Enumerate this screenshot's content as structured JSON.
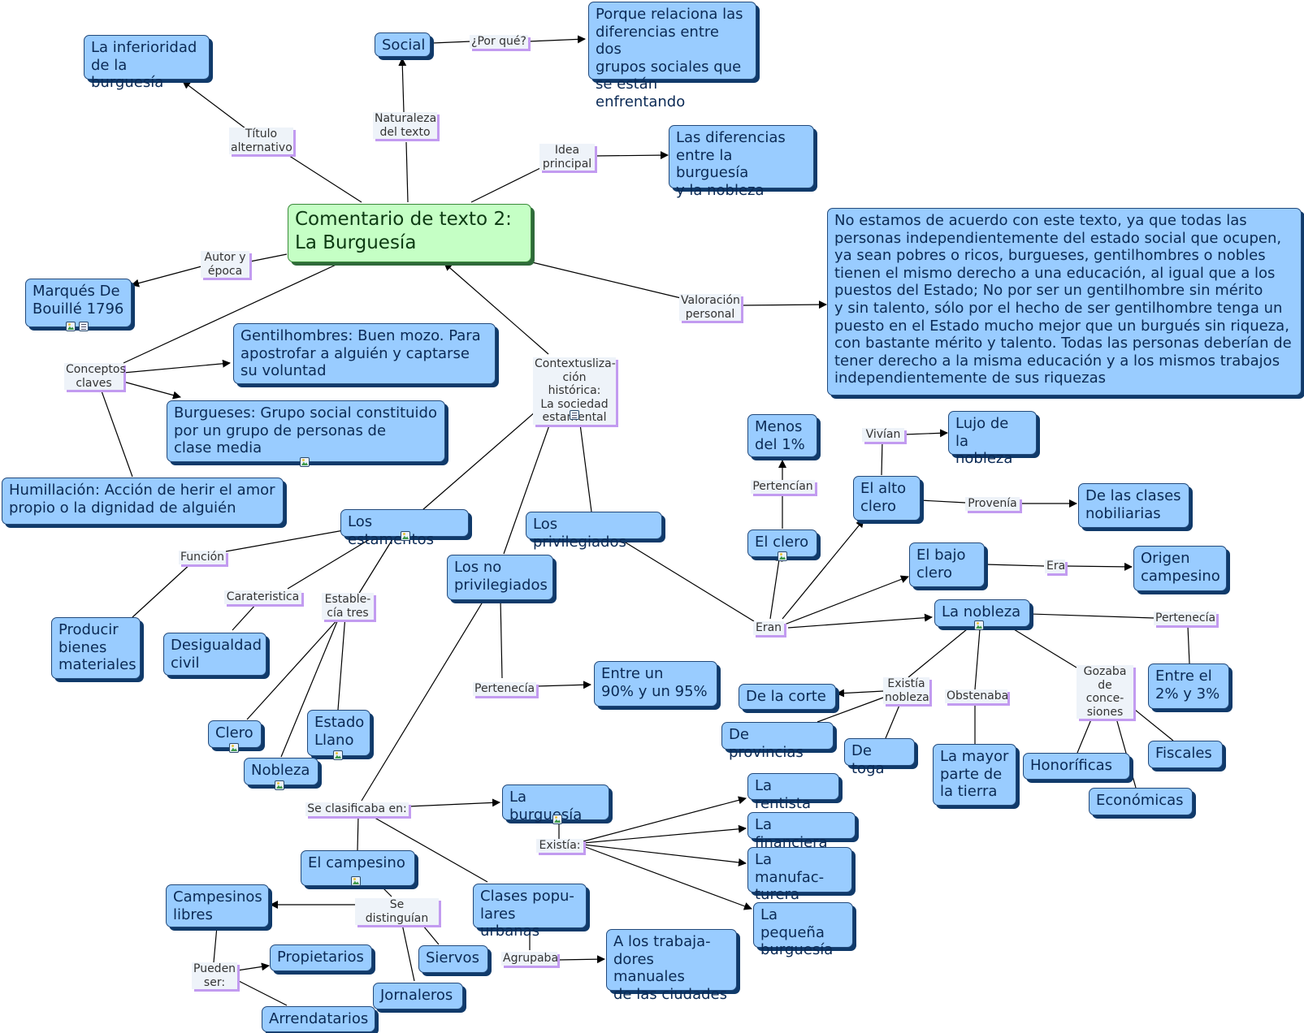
{
  "map": {
    "title": "Comentario de texto 2:\nLa Burguesía",
    "concepts": {
      "inferioridad": "La inferioridad\nde la burguesía",
      "social": "Social",
      "porque": "Porque relaciona las\ndiferencias entre dos\ngrupos sociales que\nse están enfrentando",
      "diferencias": "Las diferencias\nentre la burguesía\ny la nobleza",
      "valoracion_texto": "No estamos de acuerdo con este texto, ya que todas las\npersonas independientemente del estado social que ocupen,\nya sean pobres o ricos, burgueses, gentilhombres o nobles\ntienen el mismo derecho a una educación, al igual que a los\npuestos del Estado; No por ser un gentilhombre sin mérito\ny sin talento, sólo por el hecho de ser gentilhombre tenga un\npuesto en el Estado mucho mejor que un burgués sin riqueza,\ncon bastante mérito y talento. Todas las personas deberían de\ntener derecho a la misma educación y a los mismos trabajos\nindependientemente de sus riquezas",
      "marques": "Marqués De\nBouillé 1796",
      "gentilhombres": "Gentilhombres: Buen mozo. Para\napostrofar a alguién y captarse\nsu voluntad",
      "burgueses": "Burgueses: Grupo social constituido\npor un grupo de personas de\nclase media",
      "humillacion": "Humillación: Acción de herir el amor\npropio o la dignidad de alguién",
      "estamentos": "Los estamentos",
      "privilegiados": "Los privilegiados",
      "no_privilegiados": "Los no\nprivilegiados",
      "producir": "Producir\nbienes\nmateriales",
      "desigualdad": "Desigualdad\ncivil",
      "clero_e": "Clero",
      "estado_llano": "Estado\nLlano",
      "nobleza_e": "Nobleza",
      "entre_90": "Entre un\n90% y un 95%",
      "menos_1": "Menos\ndel 1%",
      "el_clero": "El clero",
      "alto_clero": "El alto\nclero",
      "lujo": "Lujo de\nla nobleza",
      "clases_nobiliarias": "De las clases\nnobiliarias",
      "bajo_clero": "El bajo\nclero",
      "origen": "Origen\ncampesino",
      "la_nobleza": "La nobleza",
      "entre_2": "Entre el\n2% y 3%",
      "corte": "De la corte",
      "provincias": "De provincias",
      "toga": "De toga",
      "mayor_parte": "La mayor\nparte de\nla tierra",
      "honorificas": "Honoríficas",
      "economicas": "Económicas",
      "fiscales": "Fiscales",
      "la_burguesia": "La burguesía",
      "rentista": "La rentista",
      "financiera": "La financiera",
      "manufacturera": "La manufac-\nturera",
      "pequena": "La pequeña\nburguesía",
      "campesino": "El campesino",
      "clases_populares": "Clases popu-\nlares urbanas",
      "trabajadores": "A los trabaja-\ndores manuales\nde las ciudades",
      "libres": "Campesinos\nlibres",
      "propietarios": "Propietarios",
      "arrendatarios": "Arrendatarios",
      "siervos": "Siervos",
      "jornaleros": "Jornaleros"
    },
    "linking_phrases": {
      "titulo_alt": "Título\nalternativo",
      "naturaleza": "Naturaleza\ndel texto",
      "por_que": "¿Por qué?",
      "idea": "Idea\nprincipal",
      "autor": "Autor y\népoca",
      "valoracion": "Valoración\npersonal",
      "conceptos": "Conceptos\nclaves",
      "contexto": "Contextusliza-\nción histórica:\nLa sociedad\nestamental",
      "funcion": "Función",
      "carateristica": "Carateristica",
      "establecia": "Estable-\ncía tres",
      "pertenecia_np": "Pertenecía",
      "se_clasificaba": "Se clasificaba en:",
      "eran": "Eran",
      "pertencian": "Pertencían",
      "vivian": "Vivían",
      "provenia": "Provenía",
      "era": "Era",
      "pertenecia_n": "Pertenecía",
      "existia_nobleza": "Existía\nnobleza",
      "obstenaba": "Obstenaba",
      "gozaba": "Gozaba\nde conce-\nsiones",
      "existia": "Existía:",
      "se_distinguian": "Se distinguían",
      "agrupaba": "Agrupaba",
      "pueden_ser": "Pueden\nser:"
    },
    "resource_icons": [
      "image-resource-icon",
      "document-resource-icon"
    ]
  }
}
